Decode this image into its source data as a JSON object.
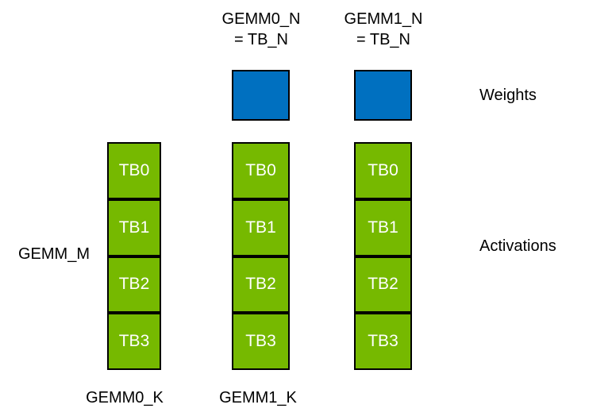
{
  "labels": {
    "gemm0_n": "GEMM0_N",
    "gemm1_n": "GEMM1_N",
    "tb_n_eq": "= TB_N",
    "gemm_m": "GEMM_M",
    "gemm0_k": "GEMM0_K",
    "gemm1_k": "GEMM1_K",
    "weights": "Weights",
    "activations": "Activations"
  },
  "columns": [
    {
      "id": "activations-col-0",
      "cells": [
        "TB0",
        "TB1",
        "TB2",
        "TB3"
      ]
    },
    {
      "id": "activations-col-1",
      "cells": [
        "TB0",
        "TB1",
        "TB2",
        "TB3"
      ]
    },
    {
      "id": "activations-col-2",
      "cells": [
        "TB0",
        "TB1",
        "TB2",
        "TB3"
      ]
    }
  ],
  "colors": {
    "weights_blue": "#0070C0",
    "activations_green": "#76B900",
    "border": "#000000",
    "cell_text": "#FFFFFF",
    "label_text": "#000000",
    "background": "#FFFFFF"
  }
}
